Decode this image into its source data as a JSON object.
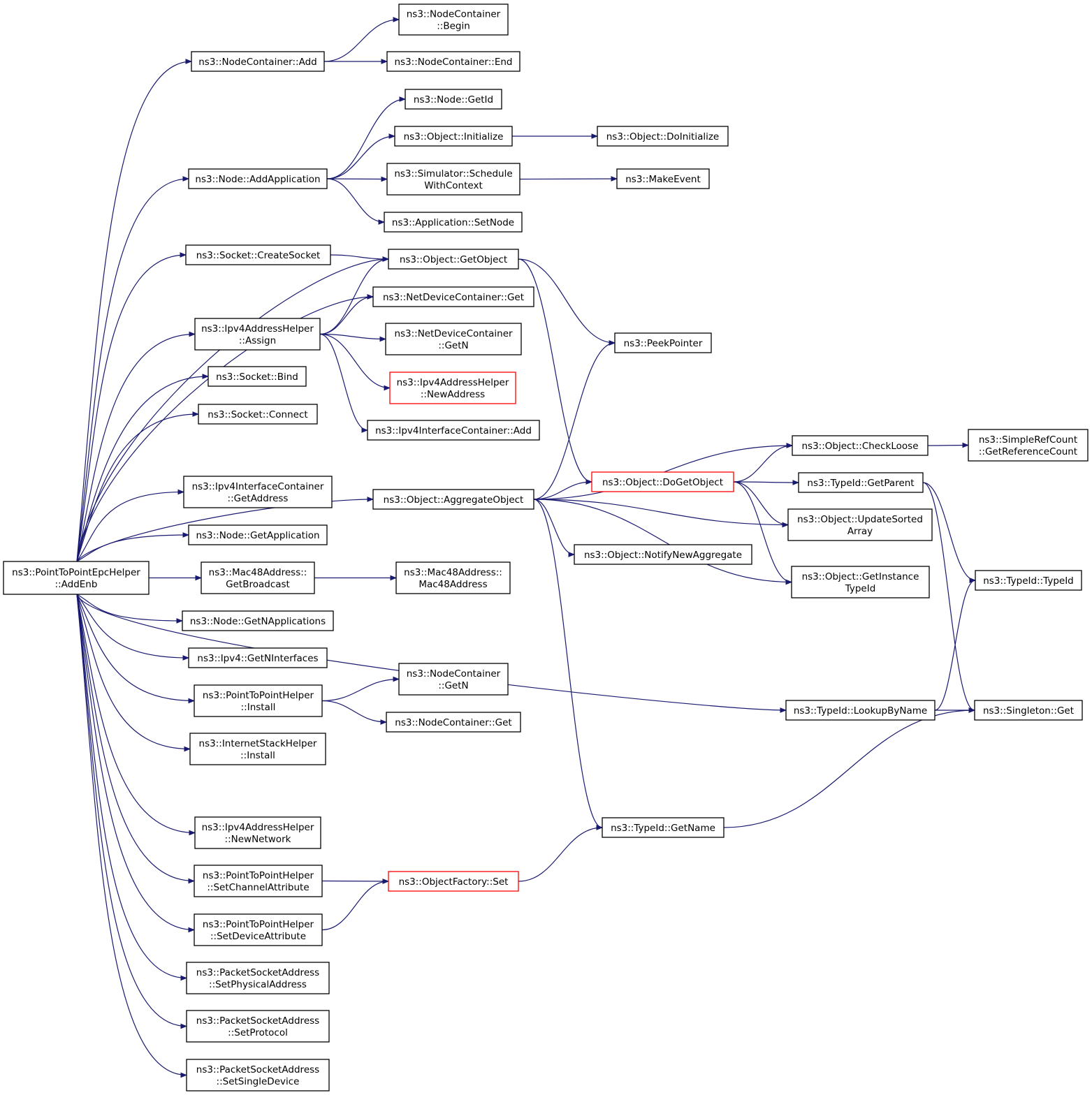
{
  "colors": {
    "edge": "#191970",
    "node_border": "#000000",
    "node_border_truncated": "#ff0000",
    "root_fill": "#bfbfbf",
    "node_fill": "#ffffff",
    "text": "#000000"
  },
  "nodes": [
    {
      "id": "root",
      "lines": [
        "ns3::PointToPointEpcHelper",
        "::AddEnb"
      ],
      "style": "root"
    },
    {
      "id": "nc_add",
      "lines": [
        "ns3::NodeContainer::Add"
      ]
    },
    {
      "id": "nc_begin",
      "lines": [
        "ns3::NodeContainer",
        "::Begin"
      ]
    },
    {
      "id": "nc_end",
      "lines": [
        "ns3::NodeContainer::End"
      ]
    },
    {
      "id": "node_getid",
      "lines": [
        "ns3::Node::GetId"
      ]
    },
    {
      "id": "obj_init",
      "lines": [
        "ns3::Object::Initialize"
      ]
    },
    {
      "id": "obj_doinit",
      "lines": [
        "ns3::Object::DoInitialize"
      ]
    },
    {
      "id": "node_addapp",
      "lines": [
        "ns3::Node::AddApplication"
      ]
    },
    {
      "id": "sim_sched",
      "lines": [
        "ns3::Simulator::Schedule",
        "WithContext"
      ]
    },
    {
      "id": "makeevent",
      "lines": [
        "ns3::MakeEvent"
      ]
    },
    {
      "id": "app_setnode",
      "lines": [
        "ns3::Application::SetNode"
      ]
    },
    {
      "id": "sock_create",
      "lines": [
        "ns3::Socket::CreateSocket"
      ]
    },
    {
      "id": "obj_getobj",
      "lines": [
        "ns3::Object::GetObject"
      ]
    },
    {
      "id": "ndc_get",
      "lines": [
        "ns3::NetDeviceContainer::Get"
      ]
    },
    {
      "id": "ipv4ah_assign",
      "lines": [
        "ns3::Ipv4AddressHelper",
        "::Assign"
      ]
    },
    {
      "id": "ndc_getn",
      "lines": [
        "ns3::NetDeviceContainer",
        "::GetN"
      ]
    },
    {
      "id": "peekptr",
      "lines": [
        "ns3::PeekPointer"
      ]
    },
    {
      "id": "ipv4ah_newaddr",
      "lines": [
        "ns3::Ipv4AddressHelper",
        "::NewAddress"
      ],
      "style": "truncated"
    },
    {
      "id": "sock_bind",
      "lines": [
        "ns3::Socket::Bind"
      ]
    },
    {
      "id": "sock_connect",
      "lines": [
        "ns3::Socket::Connect"
      ]
    },
    {
      "id": "ipv4ic_add",
      "lines": [
        "ns3::Ipv4InterfaceContainer::Add"
      ]
    },
    {
      "id": "obj_checkloose",
      "lines": [
        "ns3::Object::CheckLoose"
      ]
    },
    {
      "id": "srefcount",
      "lines": [
        "ns3::SimpleRefCount",
        "::GetReferenceCount"
      ]
    },
    {
      "id": "ipv4ic_getaddr",
      "lines": [
        "ns3::Ipv4InterfaceContainer",
        "::GetAddress"
      ]
    },
    {
      "id": "obj_aggregate",
      "lines": [
        "ns3::Object::AggregateObject"
      ]
    },
    {
      "id": "obj_dogetobj",
      "lines": [
        "ns3::Object::DoGetObject"
      ],
      "style": "truncated"
    },
    {
      "id": "typeid_getparent",
      "lines": [
        "ns3::TypeId::GetParent"
      ]
    },
    {
      "id": "obj_updsorted",
      "lines": [
        "ns3::Object::UpdateSorted",
        "Array"
      ]
    },
    {
      "id": "node_getapp",
      "lines": [
        "ns3::Node::GetApplication"
      ]
    },
    {
      "id": "obj_notify",
      "lines": [
        "ns3::Object::NotifyNewAggregate"
      ]
    },
    {
      "id": "mac48_getbc",
      "lines": [
        "ns3::Mac48Address::",
        "GetBroadcast"
      ]
    },
    {
      "id": "mac48_ctor",
      "lines": [
        "ns3::Mac48Address::",
        "Mac48Address"
      ]
    },
    {
      "id": "obj_getinst",
      "lines": [
        "ns3::Object::GetInstance",
        "TypeId"
      ]
    },
    {
      "id": "typeid_typeid",
      "lines": [
        "ns3::TypeId::TypeId"
      ]
    },
    {
      "id": "node_getnapps",
      "lines": [
        "ns3::Node::GetNApplications"
      ]
    },
    {
      "id": "ipv4_getnif",
      "lines": [
        "ns3::Ipv4::GetNInterfaces"
      ]
    },
    {
      "id": "nc_getn",
      "lines": [
        "ns3::NodeContainer",
        "::GetN"
      ]
    },
    {
      "id": "p2p_install",
      "lines": [
        "ns3::PointToPointHelper",
        "::Install"
      ]
    },
    {
      "id": "typeid_lookup",
      "lines": [
        "ns3::TypeId::LookupByName"
      ]
    },
    {
      "id": "singleton_get",
      "lines": [
        "ns3::Singleton::Get"
      ]
    },
    {
      "id": "nc_get",
      "lines": [
        "ns3::NodeContainer::Get"
      ]
    },
    {
      "id": "ish_install",
      "lines": [
        "ns3::InternetStackHelper",
        "::Install"
      ]
    },
    {
      "id": "typeid_getname",
      "lines": [
        "ns3::TypeId::GetName"
      ]
    },
    {
      "id": "ipv4ah_newnet",
      "lines": [
        "ns3::Ipv4AddressHelper",
        "::NewNetwork"
      ]
    },
    {
      "id": "p2p_setchan",
      "lines": [
        "ns3::PointToPointHelper",
        "::SetChannelAttribute"
      ]
    },
    {
      "id": "objfactory_set",
      "lines": [
        "ns3::ObjectFactory::Set"
      ],
      "style": "truncated"
    },
    {
      "id": "p2p_setdev",
      "lines": [
        "ns3::PointToPointHelper",
        "::SetDeviceAttribute"
      ]
    },
    {
      "id": "psa_setphys",
      "lines": [
        "ns3::PacketSocketAddress",
        "::SetPhysicalAddress"
      ]
    },
    {
      "id": "psa_setproto",
      "lines": [
        "ns3::PacketSocketAddress",
        "::SetProtocol"
      ]
    },
    {
      "id": "psa_setsingle",
      "lines": [
        "ns3::PacketSocketAddress",
        "::SetSingleDevice"
      ]
    }
  ],
  "edges": [
    [
      "root",
      "nc_add"
    ],
    [
      "root",
      "node_addapp"
    ],
    [
      "root",
      "obj_getobj"
    ],
    [
      "root",
      "sock_create"
    ],
    [
      "root",
      "ndc_get"
    ],
    [
      "root",
      "ipv4ah_assign"
    ],
    [
      "root",
      "sock_bind"
    ],
    [
      "root",
      "sock_connect"
    ],
    [
      "root",
      "obj_aggregate"
    ],
    [
      "root",
      "ipv4ic_getaddr"
    ],
    [
      "root",
      "node_getapp"
    ],
    [
      "root",
      "mac48_getbc"
    ],
    [
      "root",
      "node_getnapps"
    ],
    [
      "root",
      "ipv4_getnif"
    ],
    [
      "root",
      "p2p_install"
    ],
    [
      "root",
      "ish_install"
    ],
    [
      "root",
      "typeid_lookup"
    ],
    [
      "root",
      "ipv4ah_newnet"
    ],
    [
      "root",
      "p2p_setchan"
    ],
    [
      "root",
      "p2p_setdev"
    ],
    [
      "root",
      "psa_setphys"
    ],
    [
      "root",
      "psa_setproto"
    ],
    [
      "root",
      "psa_setsingle"
    ],
    [
      "nc_add",
      "nc_begin"
    ],
    [
      "nc_add",
      "nc_end"
    ],
    [
      "node_addapp",
      "node_getid"
    ],
    [
      "node_addapp",
      "obj_init"
    ],
    [
      "node_addapp",
      "sim_sched"
    ],
    [
      "node_addapp",
      "app_setnode"
    ],
    [
      "obj_init",
      "obj_doinit"
    ],
    [
      "sim_sched",
      "makeevent"
    ],
    [
      "sock_create",
      "obj_getobj"
    ],
    [
      "ipv4ah_assign",
      "obj_getobj"
    ],
    [
      "ipv4ah_assign",
      "ndc_get"
    ],
    [
      "ipv4ah_assign",
      "ndc_getn"
    ],
    [
      "ipv4ah_assign",
      "ipv4ah_newaddr"
    ],
    [
      "ipv4ah_assign",
      "ipv4ic_add"
    ],
    [
      "obj_getobj",
      "peekptr"
    ],
    [
      "obj_getobj",
      "obj_dogetobj"
    ],
    [
      "obj_aggregate",
      "peekptr"
    ],
    [
      "obj_aggregate",
      "obj_checkloose"
    ],
    [
      "obj_aggregate",
      "obj_dogetobj"
    ],
    [
      "obj_aggregate",
      "obj_updsorted"
    ],
    [
      "obj_aggregate",
      "obj_notify"
    ],
    [
      "obj_aggregate",
      "obj_getinst"
    ],
    [
      "obj_aggregate",
      "typeid_getname"
    ],
    [
      "obj_dogetobj",
      "obj_checkloose"
    ],
    [
      "obj_dogetobj",
      "typeid_getparent"
    ],
    [
      "obj_dogetobj",
      "obj_updsorted"
    ],
    [
      "obj_dogetobj",
      "obj_getinst"
    ],
    [
      "obj_checkloose",
      "srefcount"
    ],
    [
      "typeid_getparent",
      "typeid_typeid"
    ],
    [
      "typeid_getparent",
      "singleton_get"
    ],
    [
      "mac48_getbc",
      "mac48_ctor"
    ],
    [
      "p2p_install",
      "nc_getn"
    ],
    [
      "p2p_install",
      "nc_get"
    ],
    [
      "typeid_lookup",
      "typeid_typeid"
    ],
    [
      "typeid_lookup",
      "singleton_get"
    ],
    [
      "typeid_getname",
      "singleton_get"
    ],
    [
      "p2p_setchan",
      "objfactory_set"
    ],
    [
      "p2p_setdev",
      "objfactory_set"
    ],
    [
      "objfactory_set",
      "typeid_getname"
    ]
  ]
}
